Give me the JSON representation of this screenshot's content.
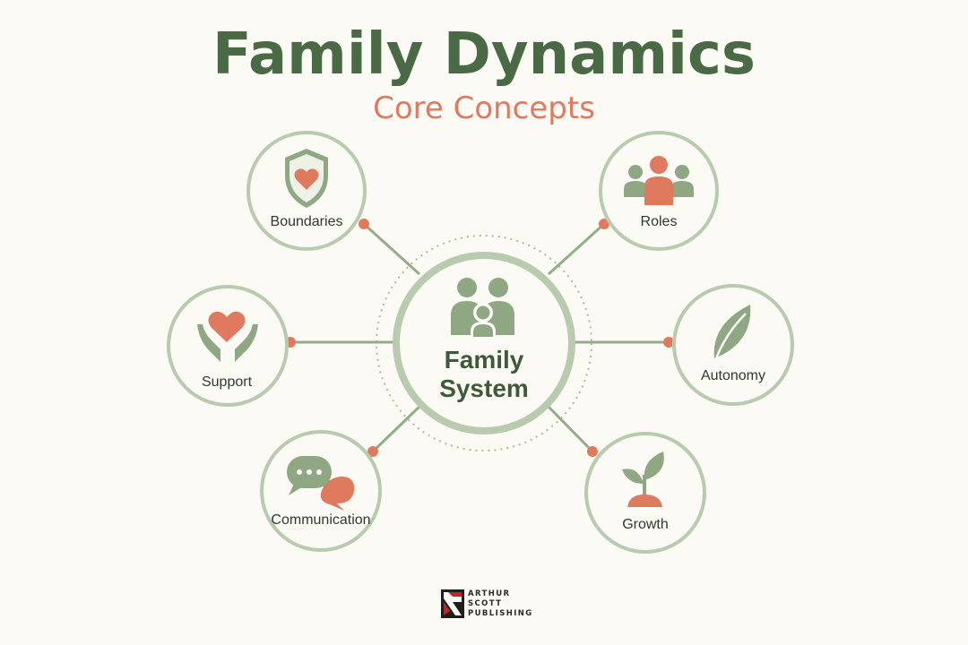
{
  "title": "Family Dynamics",
  "subtitle": "Core Concepts",
  "center": {
    "line1": "Family",
    "line2": "System",
    "icon": "family-icon"
  },
  "concepts": [
    {
      "label": "Boundaries",
      "icon": "shield-heart-icon"
    },
    {
      "label": "Roles",
      "icon": "group-people-icon"
    },
    {
      "label": "Support",
      "icon": "hands-heart-icon"
    },
    {
      "label": "Autonomy",
      "icon": "leaf-icon"
    },
    {
      "label": "Communication",
      "icon": "speech-bubbles-icon"
    },
    {
      "label": "Growth",
      "icon": "sprout-icon"
    }
  ],
  "publisher": {
    "line1": "ARTHUR",
    "line2": "SCOTT",
    "line3": "PUBLISHING"
  },
  "colors": {
    "title": "#4a6a45",
    "accent": "#e07a5f",
    "sage": "#8fa883",
    "ring": "#b9cbae",
    "background": "#fbfaf5"
  }
}
